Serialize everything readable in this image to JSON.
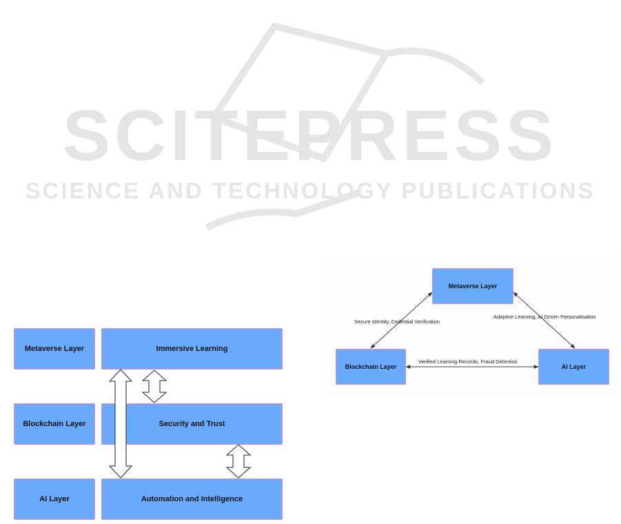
{
  "watermark": {
    "brand": "SCITEPRESS",
    "tagline": "SCIENCE AND TECHNOLOGY PUBLICATIONS"
  },
  "left_diagram": {
    "layers": [
      {
        "label": "Metaverse Layer",
        "function": "Immersive Learning"
      },
      {
        "label": "Blockchain Layer",
        "function": "Security and Trust"
      },
      {
        "label": "AI Layer",
        "function": "Automation and Intelligence"
      }
    ]
  },
  "right_diagram": {
    "nodes": {
      "metaverse": "Metaverse Layer",
      "blockchain": "Blockchain Layer",
      "ai": "AI Layer"
    },
    "edges": {
      "metaverse_blockchain": "Secure Identity, Cedential Verification",
      "metaverse_ai": "Adaptive Learning, AI Driven Personalisation",
      "blockchain_ai": "Verified Learning Records, Fraud Detection"
    }
  },
  "colors": {
    "box_fill": "#6aaafc",
    "box_border": "#d98cd9",
    "watermark": "#e3e3e3"
  }
}
